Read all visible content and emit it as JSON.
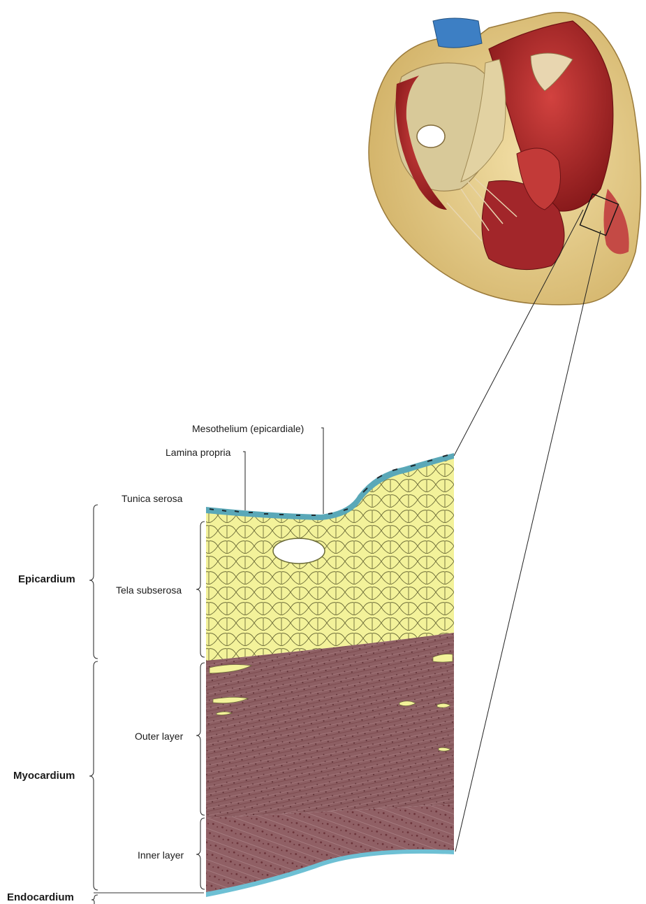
{
  "labels": {
    "mesothelium": "Mesothelium (epicardiale)",
    "lamina_propria": "Lamina propria",
    "tunica_serosa": "Tunica serosa",
    "tela_subserosa": "Tela subserosa",
    "outer_layer": "Outer layer",
    "inner_layer": "Inner layer",
    "epicardium": "Epicardium",
    "myocardium": "Myocardium",
    "endocardium": "Endocardium"
  },
  "colors": {
    "fat": "#f3f29a",
    "fat_outline": "#7d7d40",
    "mesothelium": "#5aa8b8",
    "myocardium": "#8a5a5e",
    "myocardium_dark": "#6f3f44",
    "heart_outer": "#e6c98a",
    "heart_inner": "#b5262a",
    "vessel_blue": "#3d7fc4"
  }
}
